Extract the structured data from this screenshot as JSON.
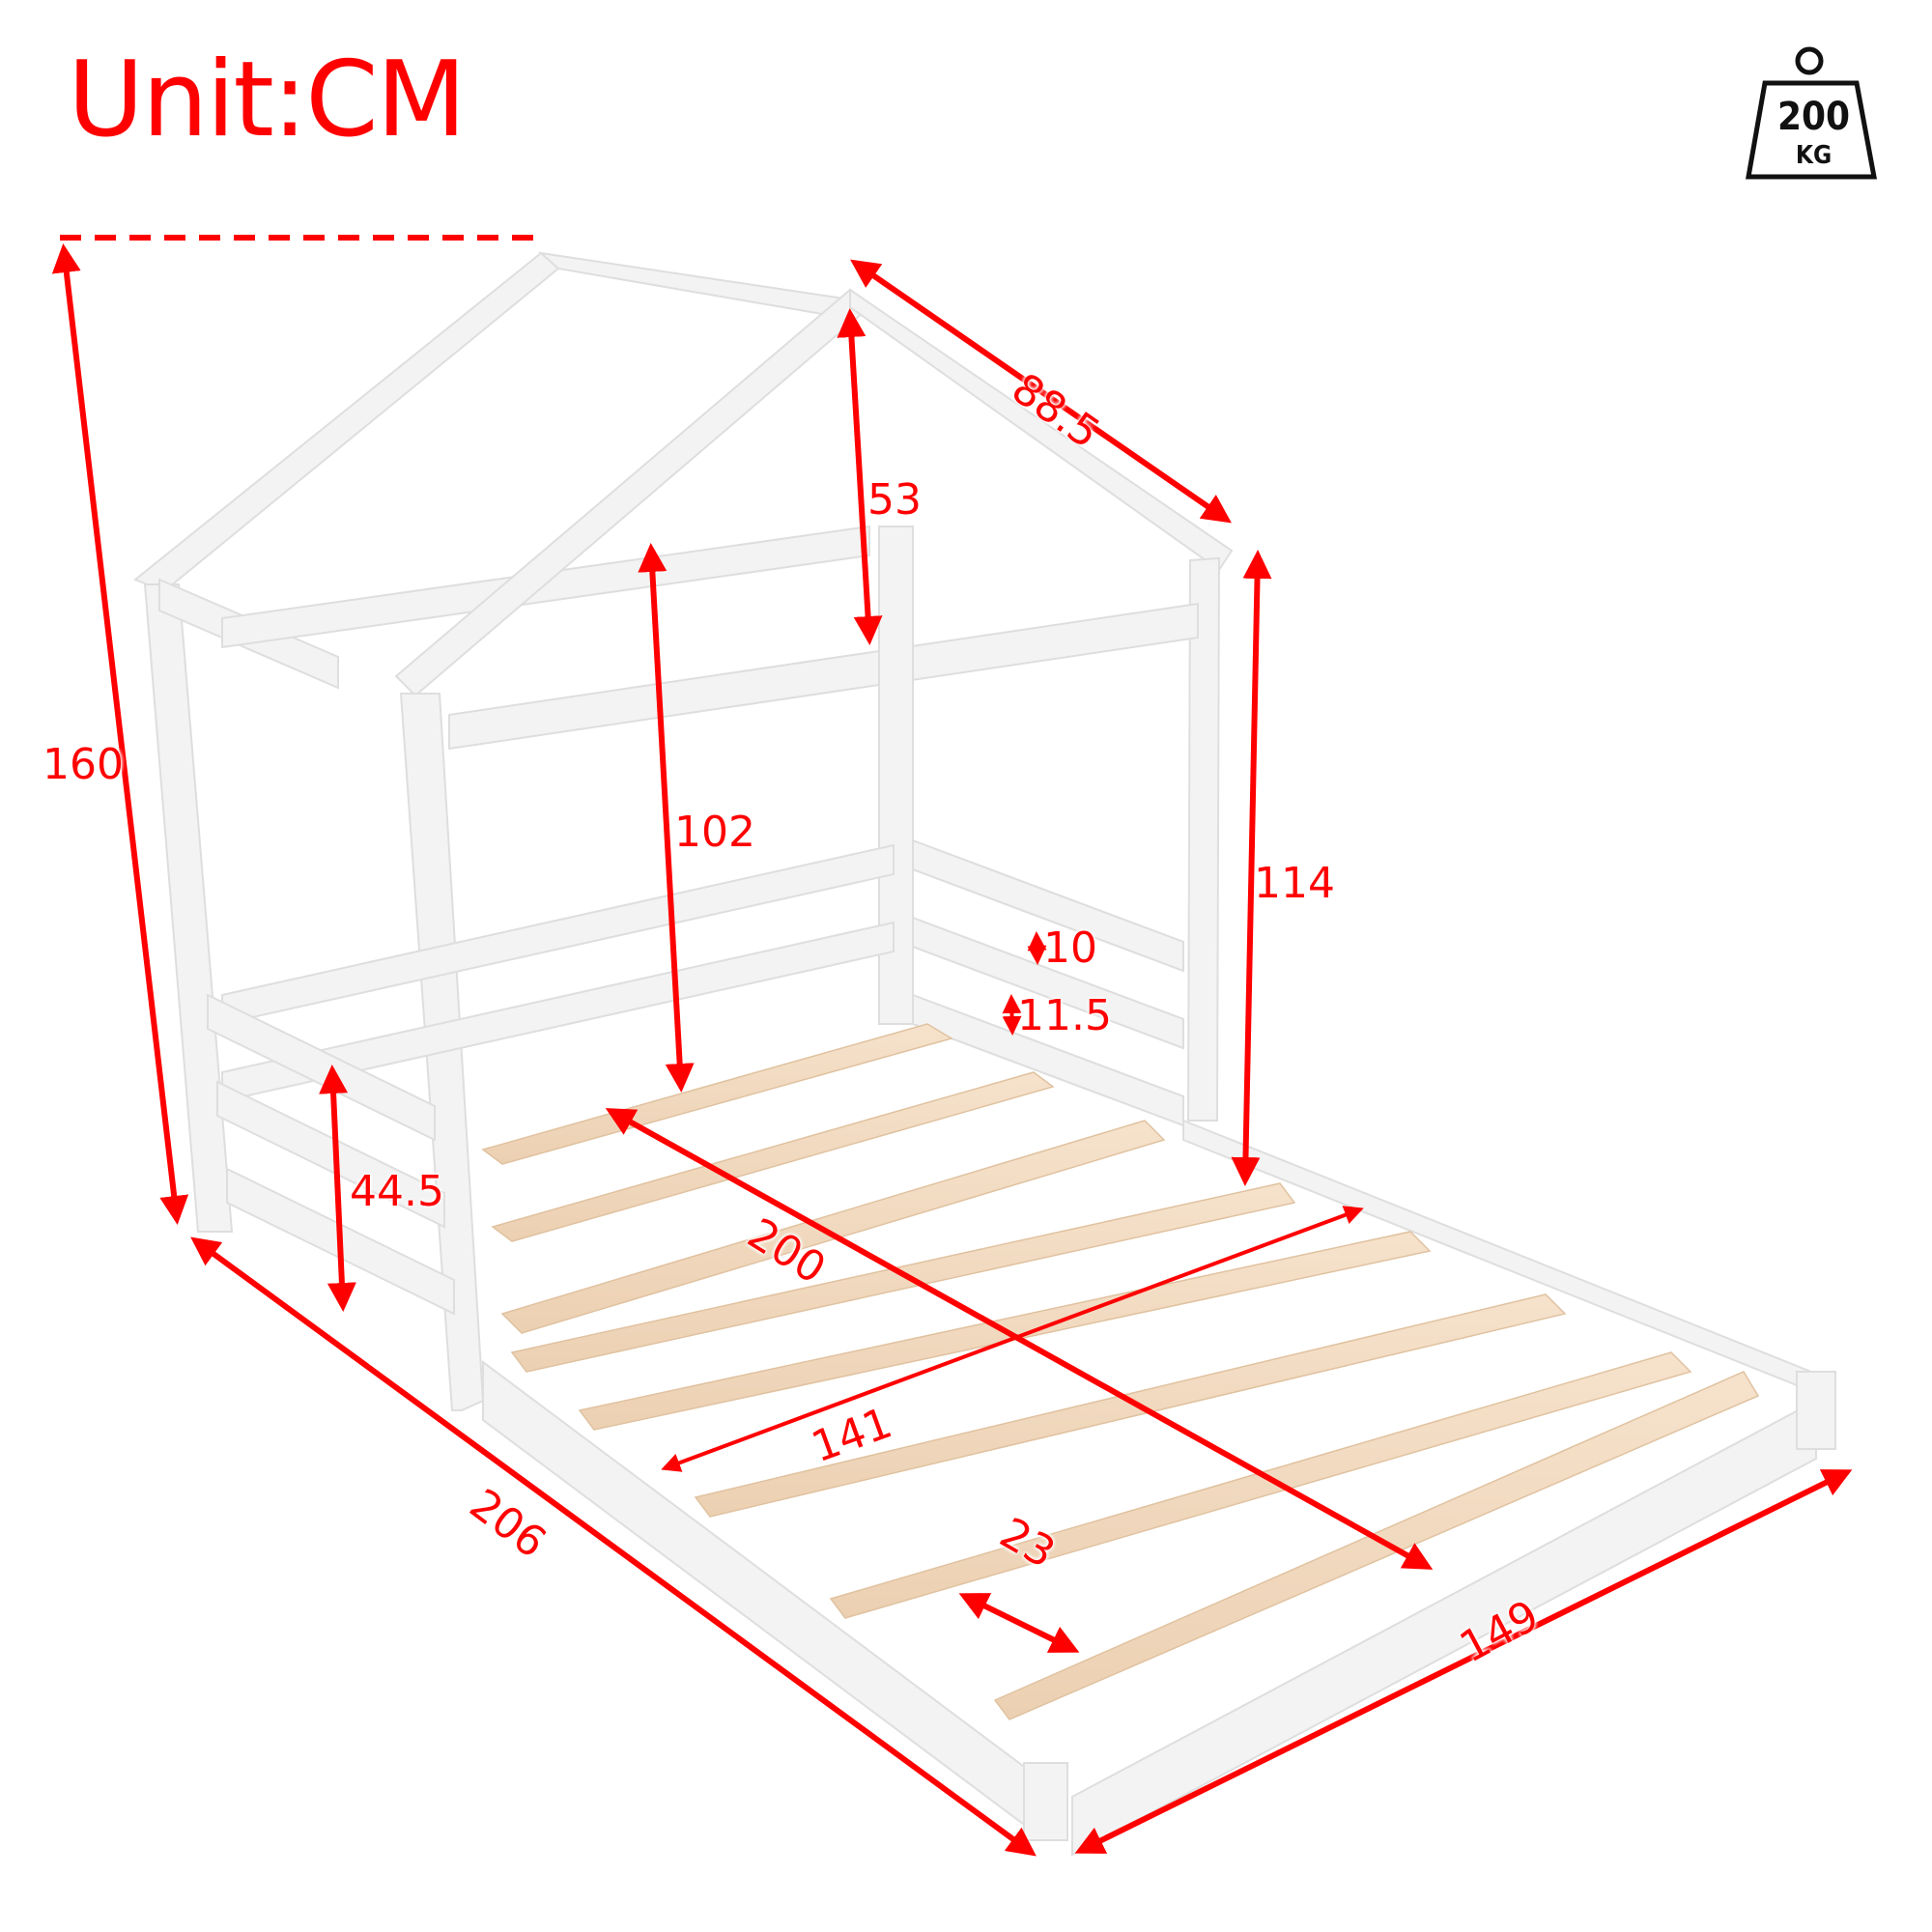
{
  "title": "Unit:CM",
  "weight_badge": {
    "icon": "weight-icon",
    "value": "200",
    "unit": "KG"
  },
  "colors": {
    "dimension": "#ff0000",
    "frame": "#f2f2f2",
    "frame_shadow": "#d9d9d9",
    "slat": "#f1d7bd",
    "screw": "#b8944a"
  },
  "dimensions": {
    "total_height": "160",
    "roof_height": "53",
    "roof_slope": "88.5",
    "inner_height": "102",
    "side_height": "114",
    "rail_gap": "10",
    "rail_height": "11.5",
    "guardrail_height": "44.5",
    "inner_length": "200",
    "inner_width": "141",
    "outer_length": "206",
    "outer_width": "149",
    "slat_spacing": "23"
  }
}
